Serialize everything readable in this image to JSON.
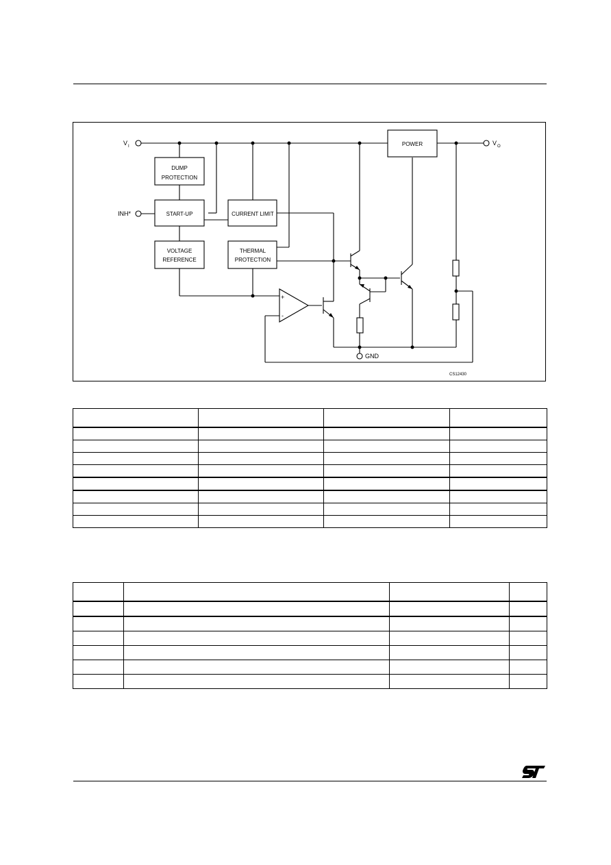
{
  "diagram": {
    "labels": {
      "vi": "V",
      "vi_sub": "I",
      "vo": "V",
      "vo_sub": "O",
      "inh": "INH*",
      "gnd": "GND",
      "power": "POWER",
      "dump_1": "DUMP",
      "dump_2": "PROTECTION",
      "startup": "START-UP",
      "current_limit": "CURRENT  LIMIT",
      "voltage_1": "VOLTAGE",
      "voltage_2": "REFERENCE",
      "thermal_1": "THERMAL",
      "thermal_2": "PROTECTION",
      "plus": "+",
      "minus": "-",
      "code": "CS12430"
    }
  },
  "table1": {
    "rows": 9,
    "cols": 4
  },
  "table2": {
    "rows": 7,
    "cols": 4
  },
  "logo": "ST"
}
